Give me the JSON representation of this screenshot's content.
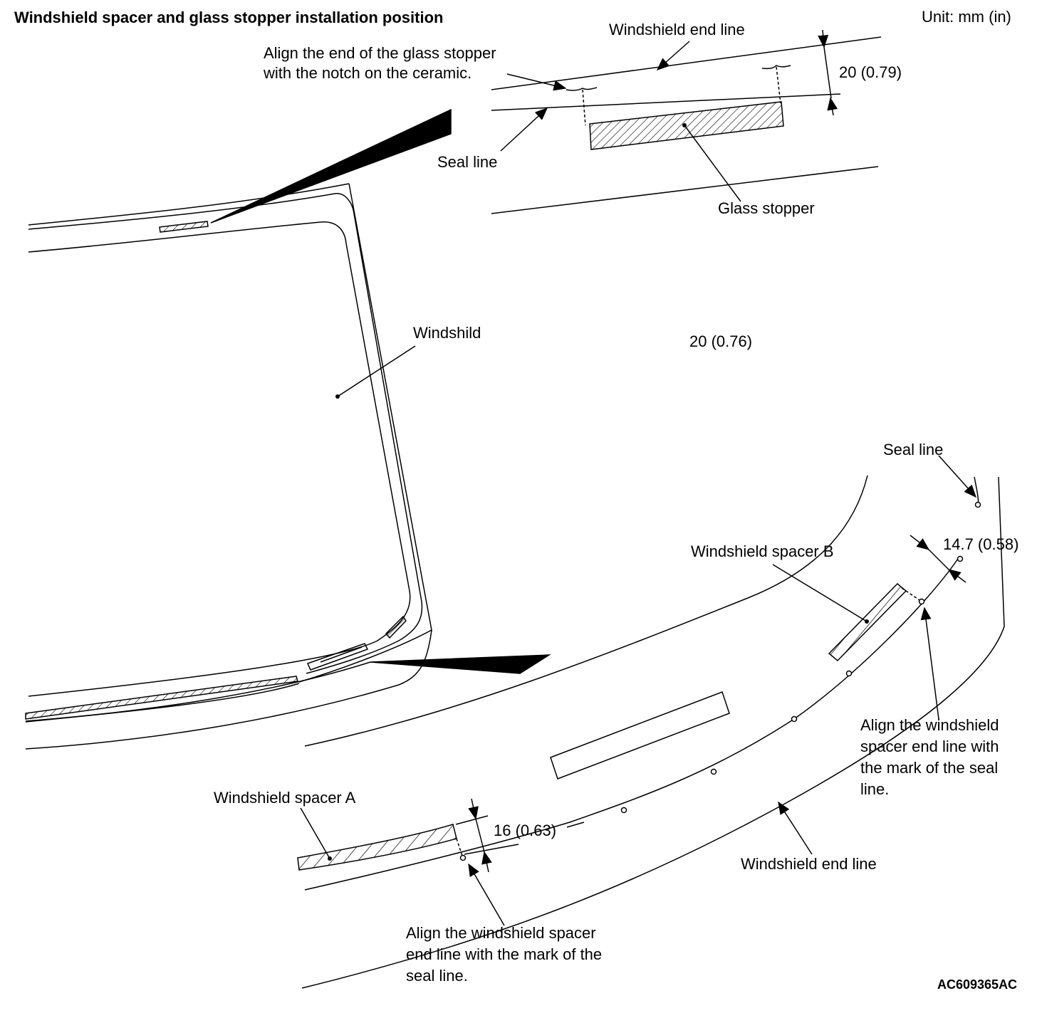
{
  "title": "Windshield spacer and glass stopper installation position",
  "unit": "Unit: mm (in)",
  "figure_code": "AC609365AC",
  "labels": {
    "windshield_end_line_top": "Windshield end line",
    "align_stopper_line1": "Align the end of the glass stopper",
    "align_stopper_line2": "with the notch on the ceramic.",
    "dim_20_079": "20 (0.79)",
    "seal_line_top": "Seal line",
    "glass_stopper": "Glass stopper",
    "windshield": "Windshild",
    "dim_20_076": "20 (0.76)",
    "seal_line_right": "Seal line",
    "dim_14_7": "14.7 (0.58)",
    "spacer_b": "Windshield spacer B",
    "align_spacer_right_1": "Align the windshield",
    "align_spacer_right_2": "spacer end line with",
    "align_spacer_right_3": "the mark of the seal",
    "align_spacer_right_4": "line.",
    "spacer_a": "Windshield spacer A",
    "dim_16": "16 (0.63)",
    "windshield_end_line_bottom": "Windshield end line",
    "align_spacer_bottom_1": "Align the windshield spacer",
    "align_spacer_bottom_2": "end line with the mark of the",
    "align_spacer_bottom_3": "seal line."
  }
}
